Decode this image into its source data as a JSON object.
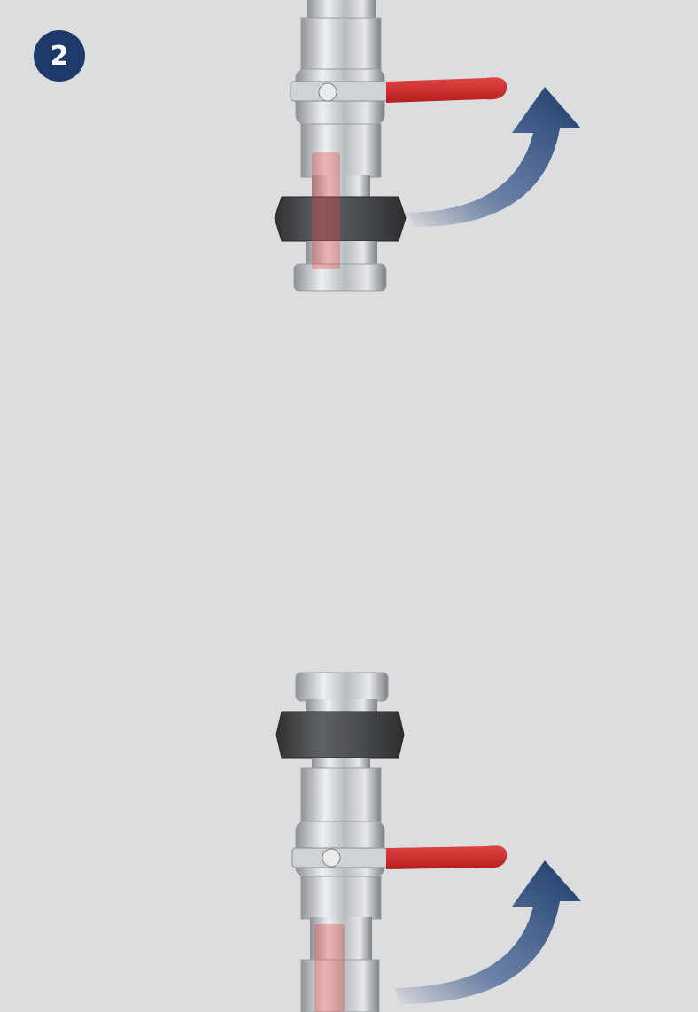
{
  "step": {
    "number": "2"
  },
  "illustrations": [
    {
      "name": "valve-assembly-upper",
      "handle_color": "#d42a2a",
      "arrow_color": "#1d3a6a",
      "nut_color": "#4d5053",
      "metal_color": "#c8ccd0"
    },
    {
      "name": "valve-assembly-lower",
      "handle_color": "#d42a2a",
      "arrow_color": "#1d3a6a",
      "nut_color": "#4d5053",
      "metal_color": "#c8ccd0"
    }
  ]
}
